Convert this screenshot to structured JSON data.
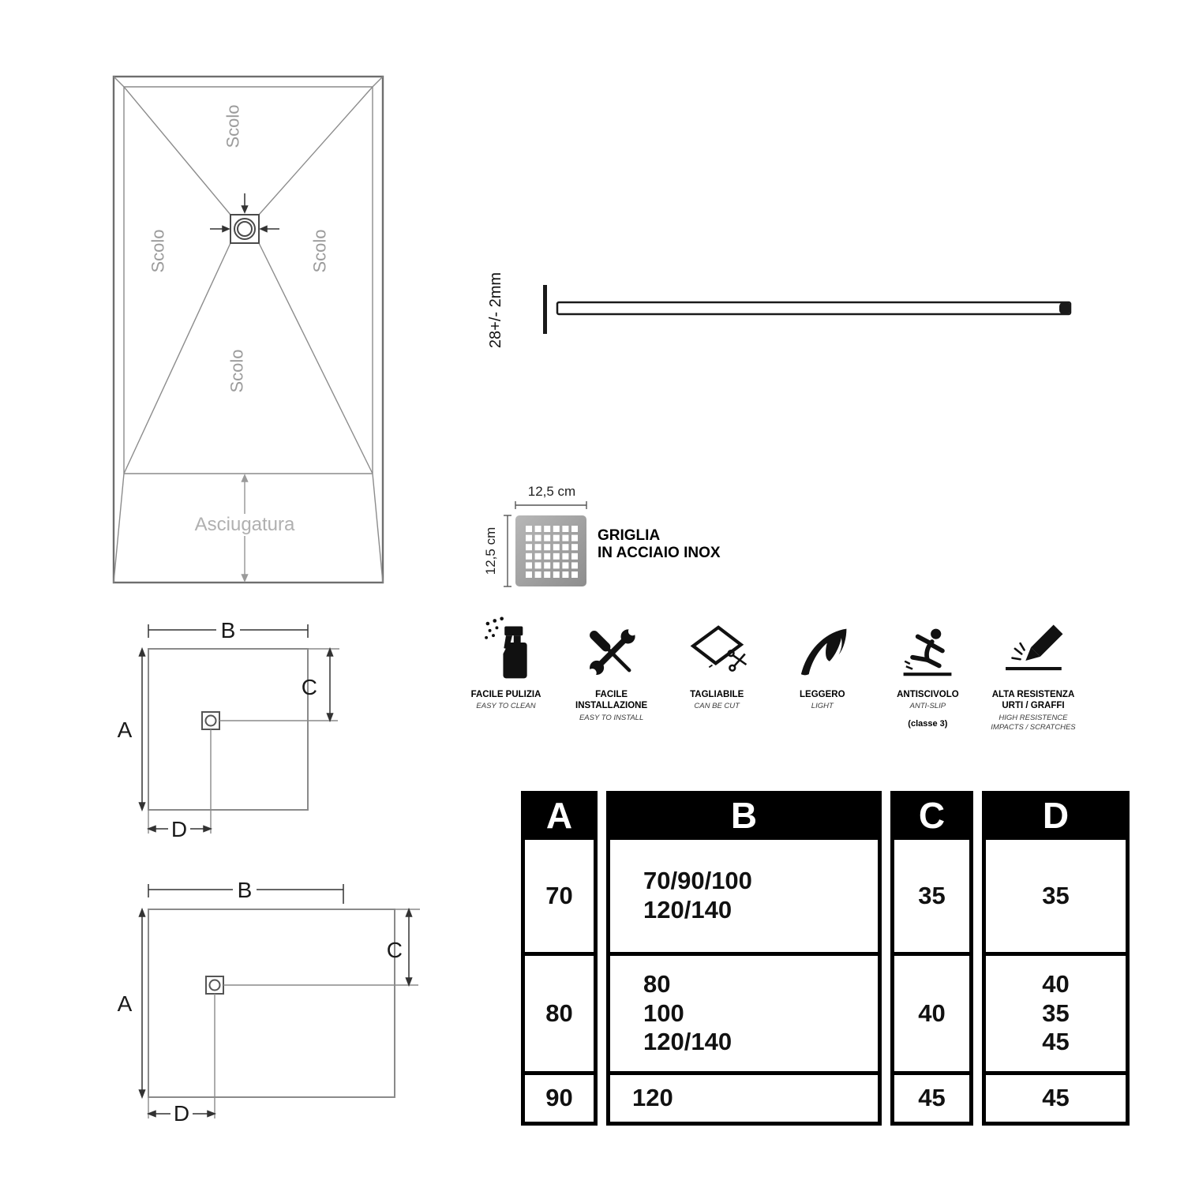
{
  "top_view": {
    "scolo_top": "Scolo",
    "scolo_left": "Scolo",
    "scolo_right": "Scolo",
    "scolo_bottom": "Scolo",
    "drying_label": "Asciugatura"
  },
  "profile": {
    "thickness_label": "28+/- 2mm"
  },
  "grille": {
    "width_label": "12,5 cm",
    "height_label": "12,5 cm",
    "title": [
      "GRIGLIA",
      "IN ACCIAIO INOX"
    ]
  },
  "features": [
    {
      "icon": "spray-bottle",
      "title": "FACILE PULIZIA",
      "subtitle": "EASY TO CLEAN"
    },
    {
      "icon": "tools",
      "title": "FACILE INSTALLAZIONE",
      "subtitle": "EASY TO INSTALL"
    },
    {
      "icon": "cuttable-sheet",
      "title": "TAGLIABILE",
      "subtitle": "CAN BE CUT"
    },
    {
      "icon": "feather",
      "title": "LEGGERO",
      "subtitle": "LIGHT"
    },
    {
      "icon": "anti-slip",
      "title": "ANTISCIVOLO",
      "subtitle": "ANTI-SLIP",
      "extra": "(classe 3)"
    },
    {
      "icon": "scratch-resistant",
      "title": [
        "ALTA RESISTENZA",
        "URTI / GRAFFI"
      ],
      "subtitle": [
        "HIGH RESISTENCE",
        "IMPACTS / SCRATCHES"
      ]
    }
  ],
  "dims_square": {
    "a": "A",
    "b": "B",
    "c": "C",
    "d": "D"
  },
  "dims_rect": {
    "a": "A",
    "b": "B",
    "c": "C",
    "d": "D"
  },
  "table": {
    "headers": [
      "A",
      "B",
      "C",
      "D"
    ],
    "rows": [
      {
        "a": "70",
        "b": [
          "70/90/100",
          "120/140"
        ],
        "c": "35",
        "d": "35"
      },
      {
        "a": "80",
        "b": [
          "80",
          "100",
          "120/140"
        ],
        "c": "40",
        "d": [
          "40",
          "35",
          "45"
        ]
      },
      {
        "a": "90",
        "b": "120",
        "c": "45",
        "d": "45"
      }
    ]
  }
}
